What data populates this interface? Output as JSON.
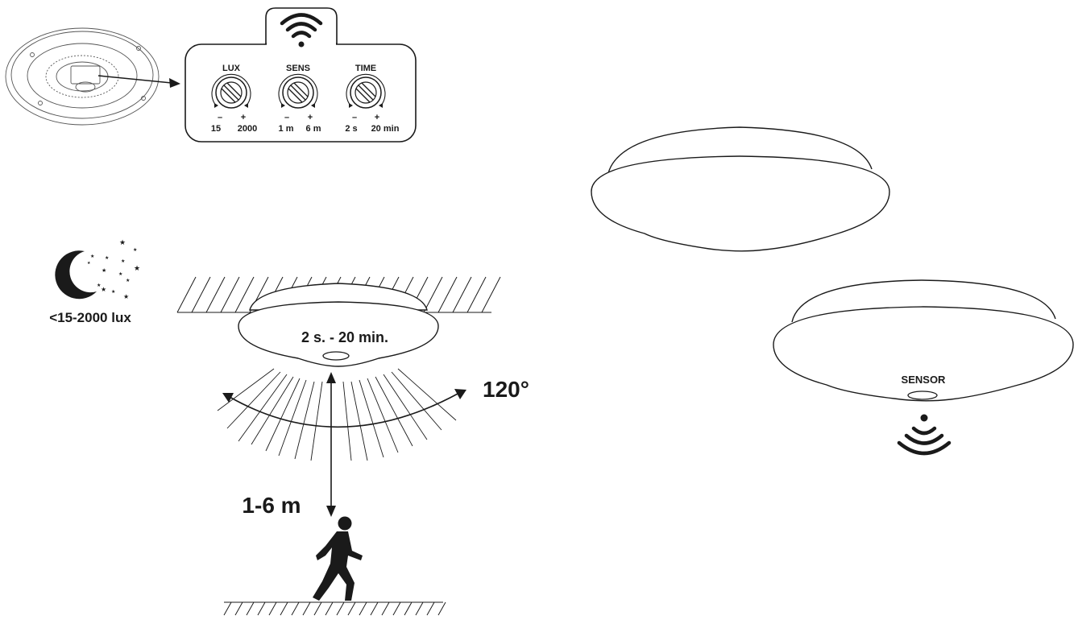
{
  "control_panel": {
    "wifi_icon": "wifi-icon",
    "knobs": [
      {
        "label": "LUX",
        "minus": "–",
        "plus": "+",
        "min": "15",
        "max": "2000"
      },
      {
        "label": "SENS",
        "minus": "–",
        "plus": "+",
        "min": "1 m",
        "max": "6 m"
      },
      {
        "label": "TIME",
        "minus": "–",
        "plus": "+",
        "min": "2 s",
        "max": "20 min"
      }
    ]
  },
  "night": {
    "icon": "moon-stars-icon",
    "lux_label": "<15-2000 lux"
  },
  "detection": {
    "time_label": "2 s. - 20 min.",
    "angle_label": "120°",
    "distance_label": "1-6 m",
    "person_icon": "walking-person-icon"
  },
  "lamp_sensor": {
    "sensor_label": "SENSOR",
    "signal_icon": "signal-waves-icon"
  },
  "colors": {
    "ink": "#1a1a1a",
    "background": "#ffffff"
  }
}
